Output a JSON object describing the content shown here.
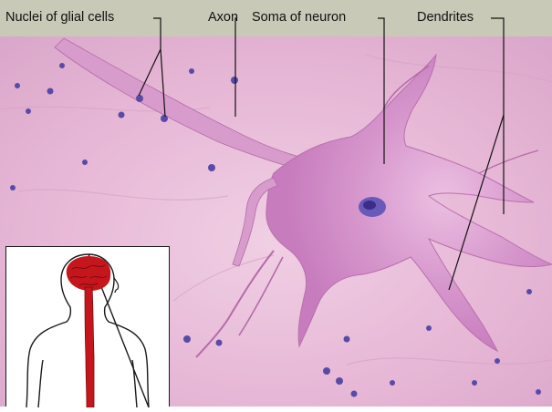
{
  "labels": {
    "glial_nuclei": "Nuclei of glial cells",
    "axon": "Axon",
    "soma": "Soma of neuron",
    "dendrites": "Dendrites"
  },
  "colors": {
    "label_bar": "#c9c9b8",
    "tissue_background": "#e8bdd8",
    "neuron": "#cf86c6",
    "nucleus": "#4a3aa0",
    "glial_nuclei": "#5a4aa8",
    "brain_and_cord": "#c4161c"
  },
  "inset": {
    "icon": "body-outline-with-brain-and-spinal-cord-icon"
  }
}
